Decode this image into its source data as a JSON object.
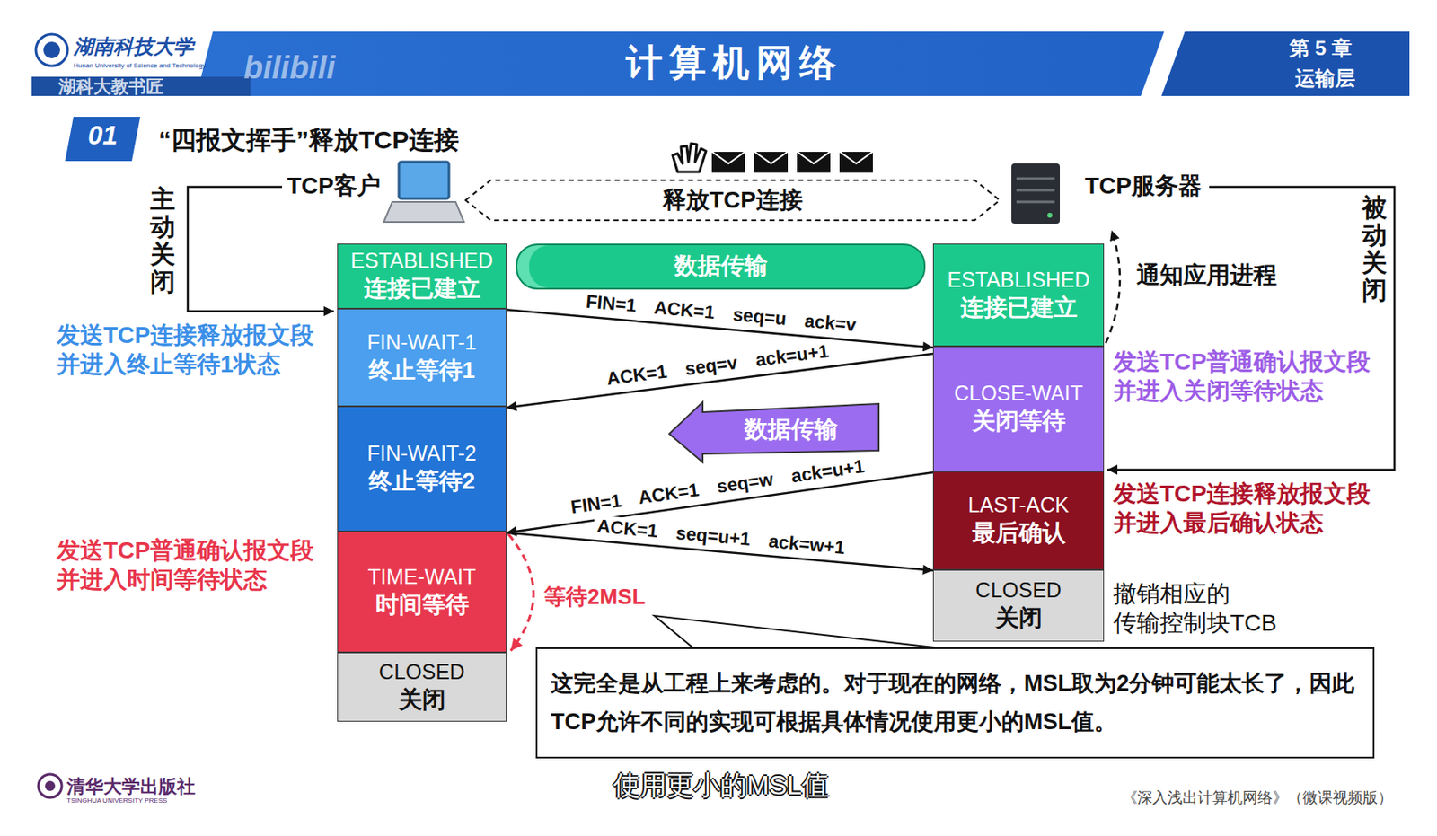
{
  "diagram": {
    "title": "计算机网络",
    "nodes": [
      {
        "text": [
          "TCP客户"
        ]
      },
      {
        "text": [
          "TCP服务器"
        ]
      },
      {
        "text": [
          "ESTABLISHED",
          "连接已建立"
        ]
      },
      {
        "text": [
          "FIN-WAIT-1",
          "终止等待1"
        ]
      },
      {
        "text": [
          "FIN-WAIT-2",
          "终止等待2"
        ]
      },
      {
        "text": [
          "TIME-WAIT",
          "时间等待"
        ]
      },
      {
        "text": [
          "CLOSED",
          "关闭"
        ]
      },
      {
        "text": [
          "数据传输"
        ]
      },
      {
        "text": [
          "ESTABLISHED",
          "连接已建立"
        ]
      },
      {
        "text": [
          "CLOSE-WAIT",
          "关闭等待"
        ]
      },
      {
        "text": [
          "数据传输"
        ]
      },
      {
        "text": [
          "LAST-ACK",
          "最后确认"
        ]
      },
      {
        "text": [
          "CLOSED",
          "关闭"
        ]
      },
      {
        "text": [
          "这完全是从工程上来考虑的。对于现在的网络，MSL取为2分钟可能太长了，因此TCP允许不同的实现可根据具体情况使用更小的MSL值。"
        ]
      }
    ],
    "edges": [
      {
        "from": 0,
        "to": 1,
        "arrow": "both",
        "label": "释放TCP连接"
      },
      {
        "from": 3,
        "to": 9,
        "arrow": "to",
        "label": "FIN=1 ACK=1 seq=u ack=v"
      },
      {
        "from": 9,
        "to": 4,
        "arrow": "to",
        "label": "ACK=1 seq=v ack=u+1"
      },
      {
        "from": 11,
        "to": 5,
        "arrow": "to",
        "label": "FIN=1 ACK=1 seq=w ack=u+1"
      },
      {
        "from": 5,
        "to": 12,
        "arrow": "to",
        "label": "ACK=1 seq=u+1 ack=w+1"
      },
      {
        "from": 8,
        "to": 1,
        "arrow": "to"
      }
    ],
    "labels": [
      "湖南科技大学",
      "Hunan University of Science and Technology",
      "湖科大教书匠",
      "bilibili",
      "第 5 章",
      "运输层",
      "01",
      "“四报文挥手”释放TCP连接",
      "主动关闭",
      "被动关闭",
      "通知应用进程",
      "发送TCP连接释放报文段 并进入终止等待1状态",
      "发送TCP普通确认报文段 并进入关闭等待状态",
      "发送TCP连接释放报文段 并进入最后确认状态",
      "发送TCP普通确认报文段 并进入时间等待状态",
      "等待2MSL",
      "撤销相应的 传输控制块TCB",
      "使用更小的MSL值",
      "清华大学出版社",
      "TSINGHUA UNIVERSITY PRESS",
      "《深入浅出计算机网络》（微课视频版）"
    ]
  }
}
